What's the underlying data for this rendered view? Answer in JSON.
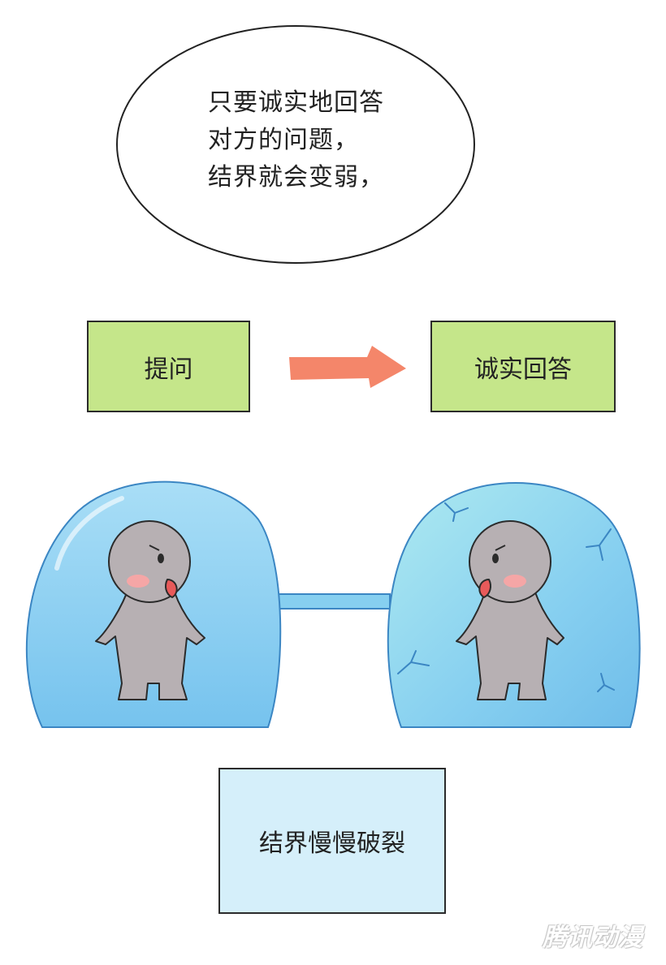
{
  "speech_bubble": {
    "lines": [
      "只要诚实地回答",
      "对方的问题，",
      "结界就会变弱，"
    ]
  },
  "flow": {
    "left_box": "提问",
    "right_box": "诚实回答"
  },
  "caption_box": "结界慢慢破裂",
  "watermark": "腾讯动漫",
  "colors": {
    "green_box": "#c5e68a",
    "caption_box": "#d5effa",
    "arrow": "#f4866a",
    "bubble_blue": "#7ec8ef",
    "figure_gray": "#b7b0b3",
    "blush": "#f5a6a6"
  }
}
